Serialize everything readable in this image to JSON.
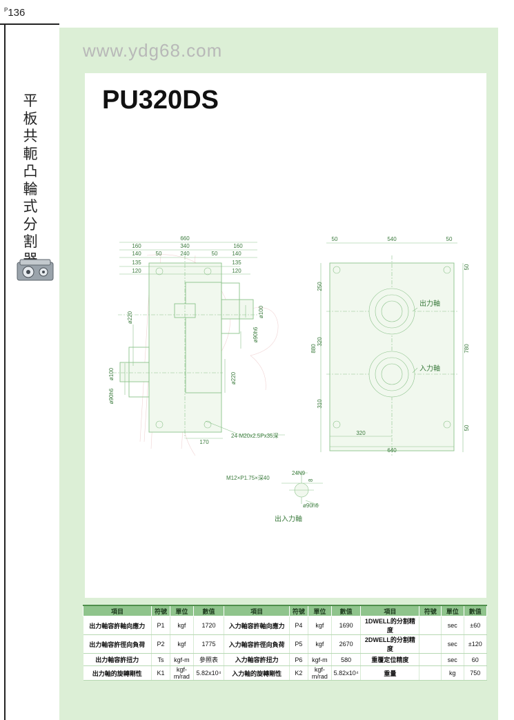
{
  "page": {
    "number_prefix": "P",
    "number": "136"
  },
  "website": "www.ydg68.com",
  "model": "PU320DS",
  "side_title": [
    "平",
    "板",
    "共",
    "軛",
    "凸",
    "輪",
    "式",
    "分",
    "割",
    "器"
  ],
  "colors": {
    "panel": "#dcefd6",
    "drawing_line": "#8bc28a",
    "table_header": "#8fc48c"
  },
  "drawing": {
    "left_view": {
      "dims_top": [
        "660",
        "160",
        "340",
        "160",
        "140",
        "50",
        "240",
        "50",
        "140",
        "135",
        "135",
        "120",
        "120"
      ],
      "dims_side": [
        "ø220",
        "ø100",
        "ø90h6",
        "ø220",
        "ø100",
        "ø90h6"
      ],
      "dim_bottom": "170",
      "bolt_note": "24-M20x2.5Px35深"
    },
    "right_view": {
      "dims_top": [
        "50",
        "540",
        "50"
      ],
      "dims_left": [
        "250",
        "880",
        "320",
        "310"
      ],
      "dims_right": [
        "50",
        "780",
        "50"
      ],
      "dims_bottom": [
        "320",
        "640"
      ],
      "label_output": "出力軸",
      "label_input": "入力軸"
    },
    "shaft_detail": {
      "thread": "M12×P1.75×深40",
      "key": "24N9",
      "depth": "8",
      "diameter": "ø90h6",
      "label": "出入力軸"
    }
  },
  "table": {
    "headers": [
      "項目",
      "符號",
      "單位",
      "數值",
      "項目",
      "符號",
      "單位",
      "數值",
      "項目",
      "符號",
      "單位",
      "數值"
    ],
    "rows": [
      [
        "出力軸容許軸向應力",
        "P1",
        "kgf",
        "1720",
        "入力軸容許軸向應力",
        "P4",
        "kgf",
        "1690",
        "1DWELL的分割精度",
        "",
        "sec",
        "±60"
      ],
      [
        "出力軸容許徑向負荷",
        "P2",
        "kgf",
        "1775",
        "入力軸容許徑向負荷",
        "P5",
        "kgf",
        "2670",
        "2DWELL的分割精度",
        "",
        "sec",
        "±120"
      ],
      [
        "出力軸容許扭力",
        "Ts",
        "kgf-m",
        "參照表",
        "入力軸容許扭力",
        "P6",
        "kgf-m",
        "580",
        "重覆定位精度",
        "",
        "sec",
        "60"
      ],
      [
        "出力軸的旋轉剛性",
        "K1",
        "kgf-m/rad",
        "5.82x10⁴",
        "入力軸的旋轉剛性",
        "K2",
        "kgf-m/rad",
        "5.82x10⁴",
        "重量",
        "",
        "kg",
        "750"
      ]
    ]
  }
}
